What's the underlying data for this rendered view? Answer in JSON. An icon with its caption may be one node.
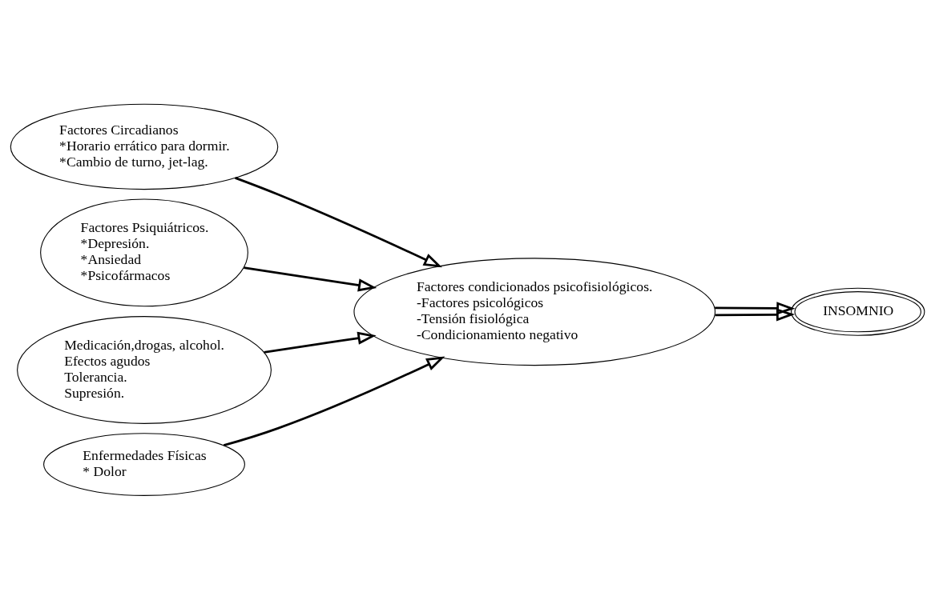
{
  "diagram": {
    "nodes": [
      {
        "text": [
          "Factores Circadianos",
          "*Horario errático para dormir.",
          "*Cambio de turno, jet-lag."
        ]
      },
      {
        "text": [
          "Factores Psiquiátricos.",
          "*Depresión.",
          "*Ansiedad",
          "*Psicofármacos"
        ]
      },
      {
        "text": [
          "Medicación,drogas, alcohol.",
          "Efectos agudos",
          "Tolerancia.",
          "Supresión."
        ]
      },
      {
        "text": [
          "Enfermedades Físicas",
          "* Dolor"
        ]
      },
      {
        "text": [
          "Factores condicionados psicofisiológicos.",
          "-Factores psicológicos",
          "-Tensión fisiológica",
          "-Condicionamiento negativo"
        ]
      },
      {
        "text": [
          "INSOMNIO"
        ]
      }
    ],
    "edges": [
      {
        "from": 0,
        "to": 4,
        "arrow": "to"
      },
      {
        "from": 1,
        "to": 4,
        "arrow": "to"
      },
      {
        "from": 2,
        "to": 4,
        "arrow": "to"
      },
      {
        "from": 3,
        "to": 4,
        "arrow": "to"
      },
      {
        "from": 4,
        "to": 5,
        "arrow": "to"
      },
      {
        "from": 4,
        "to": 5,
        "arrow": "to"
      }
    ]
  }
}
